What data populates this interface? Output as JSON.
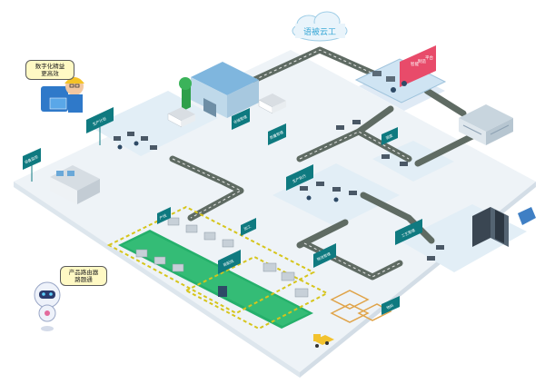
{
  "cloud": {
    "label": "语被云工",
    "color": "#38a7d6"
  },
  "speech": {
    "engineer": [
      "数字化精益",
      "更高效"
    ],
    "robot": [
      "产品路由器",
      "路题通"
    ]
  },
  "signs": {
    "sign_control": "设备监控",
    "sign_plan": "生产计划",
    "sign_warehouse": "仓储管理",
    "sign_quality": "质量管理",
    "sign_exec": "生产执行",
    "sign_dispatch": "调度",
    "sign_process": "工艺管理",
    "sign_line": "产线",
    "sign_machine": "加工",
    "sign_assembly": "装配线",
    "sign_logistics": "物流管理",
    "sign_material": "物料"
  },
  "screen": {
    "lines": [
      "智能",
      "制造",
      "平台"
    ]
  },
  "colors": {
    "platform": "#eef3f7",
    "road": "#5f6b63",
    "sign": "#0f7a80",
    "green": "#25b06b",
    "dashed": "#d6c51b",
    "screen": "#e84b6a"
  }
}
